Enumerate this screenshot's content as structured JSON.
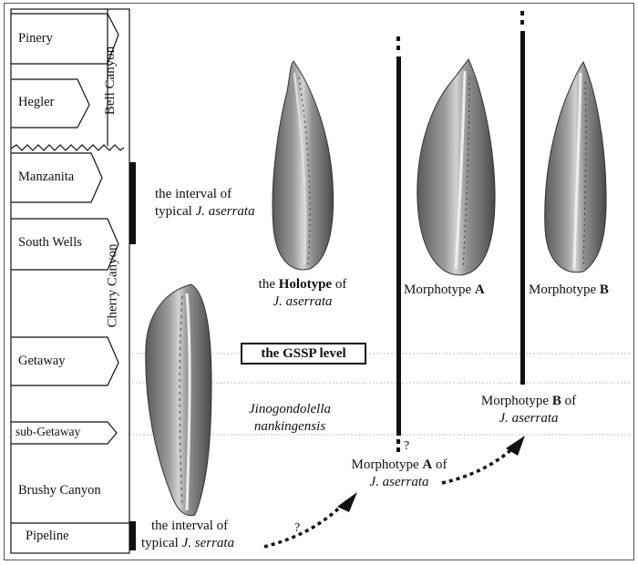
{
  "column": {
    "formations": [
      {
        "name": "Pinery"
      },
      {
        "name": "Hegler"
      },
      {
        "name": "Manzanita"
      },
      {
        "name": "South Wells"
      },
      {
        "name": "Getaway"
      },
      {
        "name": "sub-Getaway"
      },
      {
        "name": "Brushy Canyon"
      },
      {
        "name": "Pipeline"
      }
    ],
    "members": {
      "bell": "Bell Canyon",
      "cherry": "Cherry Canyon"
    }
  },
  "labels": {
    "interval_typical_aserrata_1": "the interval of",
    "interval_typical_aserrata_2a": "typical ",
    "interval_typical_aserrata_2b": "J. aserrata",
    "holotype_1a": "the ",
    "holotype_1b": "Holotype",
    "holotype_1c": " of",
    "holotype_2": "J. aserrata",
    "morphotype_a_a": "Morphotype ",
    "morphotype_a_b": "A",
    "morphotype_b_a": "Morphotype ",
    "morphotype_b_b": "B",
    "gssp": "the GSSP level",
    "nankingensis_1": "Jinogondolella",
    "nankingensis_2": "nankingensis",
    "morph_b_of_1a": "Morphotype ",
    "morph_b_of_1b": "B",
    "morph_b_of_1c": " of",
    "morph_b_of_2": "J. aserrata",
    "morph_a_of_1a": "Morphotype ",
    "morph_a_of_1b": "A",
    "morph_a_of_1c": " of",
    "morph_a_of_2": "J. aserrata",
    "interval_typical_serrata_1": "the interval of",
    "interval_typical_serrata_2a": "typical ",
    "interval_typical_serrata_2b": "J. serrata",
    "question_1": "?",
    "question_2": "?"
  },
  "colors": {
    "line": "#111111",
    "dotted_line": "#bdbdbd",
    "fossil_dark": "#3a3a3a",
    "fossil_mid": "#7a7a7a",
    "fossil_light": "#c9c9c9"
  }
}
